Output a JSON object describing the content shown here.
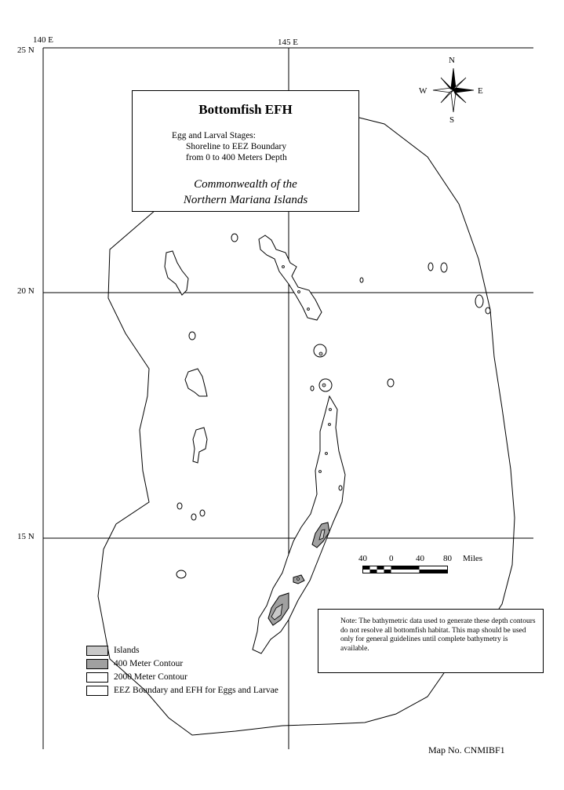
{
  "title": "Bottomfish EFH",
  "stage_lines": [
    "Egg and Larval Stages:",
    "Shoreline to EEZ Boundary",
    "from 0 to 400 Meters Depth"
  ],
  "region_lines": [
    "Commonwealth of the",
    "Northern Mariana Islands"
  ],
  "graticule": {
    "lon_labels": [
      "140 E",
      "145 E"
    ],
    "lat_labels": [
      "25 N",
      "20 N",
      "15 N"
    ]
  },
  "compass": {
    "n": "N",
    "s": "S",
    "e": "E",
    "w": "W"
  },
  "scale_bar": {
    "labels": [
      "40",
      "0",
      "40",
      "80"
    ],
    "unit": "Miles"
  },
  "note": "Note: The bathymetric data used to generate these depth contours do not resolve all bottomfish habitat. This map should be used only for general guidelines until complete bathymetry is available.",
  "legend": [
    {
      "label": "Islands",
      "color": "#c8c8c8"
    },
    {
      "label": "400 Meter Contour",
      "color": "#a0a0a0"
    },
    {
      "label": "2000 Meter Contour",
      "color": "#ffffff"
    },
    {
      "label": "EEZ Boundary and EFH for Eggs and Larvae",
      "color": "#ffffff"
    }
  ],
  "map_number": "Map No. CNMIBF1",
  "colors": {
    "island": "#c8c8c8",
    "contour_400": "#a0a0a0",
    "line": "#000000",
    "background": "#ffffff"
  }
}
